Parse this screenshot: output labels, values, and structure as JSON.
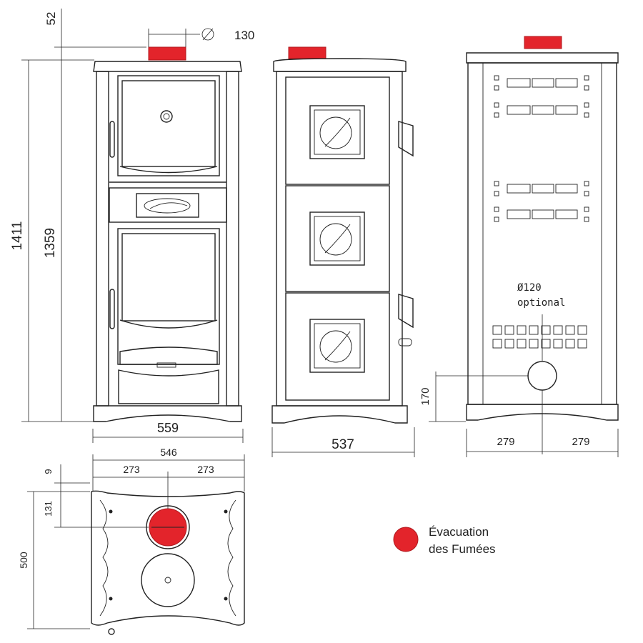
{
  "dimensions": {
    "flue_height": "52",
    "flue_diameter": "Ø 130",
    "total_height": "1411",
    "body_height": "1359",
    "front_width": "559",
    "side_width": "537",
    "inner_width": "546",
    "half_left": "273",
    "half_right": "273",
    "top_offset": "9",
    "flue_depth": "131",
    "depth": "500",
    "rear_outlet_diameter": "Ø120",
    "rear_outlet_note": "optional",
    "rear_outlet_height": "170",
    "rear_half_left": "279",
    "rear_half_right": "279"
  },
  "legend": {
    "line1": "Évacuation",
    "line2": "des Fumées",
    "color": "#e3242b"
  },
  "colors": {
    "flue": "#e3242b",
    "line": "#222222"
  }
}
